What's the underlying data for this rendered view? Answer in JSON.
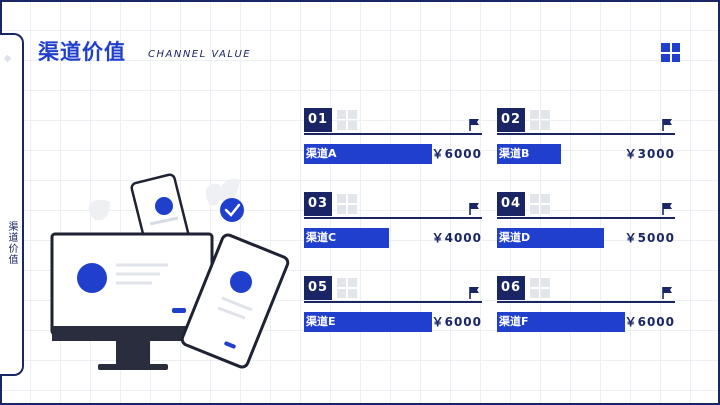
{
  "header": {
    "title": "渠道价值",
    "subtitle": "CHANNEL VALUE"
  },
  "sidebar": {
    "label": "渠道价值"
  },
  "colors": {
    "primary": "#1f3fcc",
    "dark": "#1a2566",
    "muted": "#e2e5ea"
  },
  "channels": [
    {
      "num": "01",
      "name": "渠道A",
      "amount": "￥6000",
      "bar_pct": 0.72
    },
    {
      "num": "02",
      "name": "渠道B",
      "amount": "￥3000",
      "bar_pct": 0.36
    },
    {
      "num": "03",
      "name": "渠道C",
      "amount": "￥4000",
      "bar_pct": 0.48
    },
    {
      "num": "04",
      "name": "渠道D",
      "amount": "￥5000",
      "bar_pct": 0.6
    },
    {
      "num": "05",
      "name": "渠道E",
      "amount": "￥6000",
      "bar_pct": 0.72
    },
    {
      "num": "06",
      "name": "渠道F",
      "amount": "￥6000",
      "bar_pct": 0.72
    }
  ]
}
